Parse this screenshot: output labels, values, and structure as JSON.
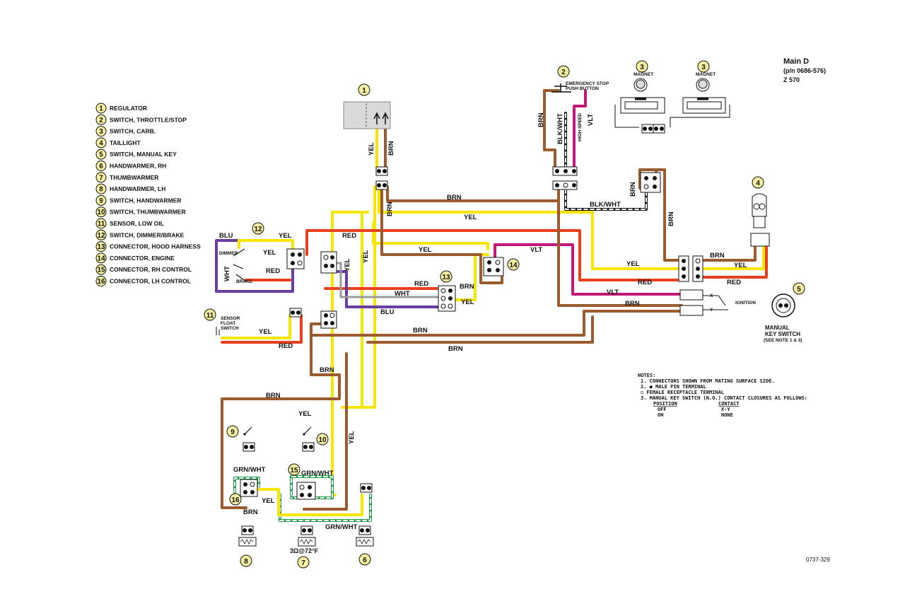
{
  "title": {
    "main": "Main D",
    "part": "(p/n 0686-576)",
    "model": "Z 570"
  },
  "legend": [
    {
      "num": "1",
      "label": "REGULATOR"
    },
    {
      "num": "2",
      "label": "SWITCH, THROTTLE/STOP"
    },
    {
      "num": "3",
      "label": "SWITCH, CARB."
    },
    {
      "num": "4",
      "label": "TAILLIGHT"
    },
    {
      "num": "5",
      "label": "SWITCH, MANUAL KEY"
    },
    {
      "num": "6",
      "label": "HANDWARMER, RH"
    },
    {
      "num": "7",
      "label": "THUMBWARMER"
    },
    {
      "num": "8",
      "label": "HANDWARMER, LH"
    },
    {
      "num": "9",
      "label": "SWITCH, HANDWARMER"
    },
    {
      "num": "10",
      "label": "SWITCH, THUMBWARMER"
    },
    {
      "num": "11",
      "label": "SENSOR, LOW OIL"
    },
    {
      "num": "12",
      "label": "SWITCH, DIMMER/BRAKE"
    },
    {
      "num": "13",
      "label": "CONNECTOR, HOOD HARNESS"
    },
    {
      "num": "14",
      "label": "CONNECTOR, ENGINE"
    },
    {
      "num": "15",
      "label": "CONNECTOR, RH CONTROL"
    },
    {
      "num": "16",
      "label": "CONNECTOR, LH CONTROL"
    }
  ],
  "wire_colors": {
    "BRN": "#9c5b2e",
    "YEL": "#f5e500",
    "RED": "#e8401c",
    "VLT": "#c2187a",
    "BLU": "#6a3da0",
    "BLK": "#111111",
    "GRN": "#1f9a48"
  },
  "labels": {
    "brn": "BRN",
    "yel": "YEL",
    "red": "RED",
    "vlt": "VLT",
    "blu": "BLU",
    "wht": "WHT",
    "blk_wht": "BLK/WHT",
    "grn_wht": "GRN/WHT",
    "high_speed": "HIGH SPEED"
  },
  "components": {
    "emergency_stop": "EMERGENCY STOP",
    "push_button": "PUSH BUTTON",
    "magnet": "MAGNET",
    "dimmer": "DIMMER",
    "brake": "BRAKE",
    "sensor": "SENSOR",
    "float": "FLOAT",
    "switch": "SWITCH",
    "ignition": "IGNITION",
    "x": "X",
    "y": "Y",
    "manual": "MANUAL",
    "key_switch": "KEY SWITCH",
    "see_note": "(SEE NOTE 1 & 3)",
    "thumbwarmer_spec": "3Ω@72°F"
  },
  "notes": [
    "NOTES:",
    "1.  CONNECTORS SHOWN FROM MATING SURFACE SIDE.",
    "2. ● MALE PIN TERMINAL",
    "    ○ FEMALE RECEPTACLE TERMINAL",
    "3.  MANUAL KEY SWITCH (N.O.) CONTACT CLOSURES AS FOLLOWS:"
  ],
  "notes_table": {
    "col1": "POSITION",
    "col2": "CONTACT",
    "rows": [
      [
        "OFF",
        "X-Y"
      ],
      [
        "ON",
        "NONE"
      ]
    ]
  },
  "drawing_number": "0737-329"
}
